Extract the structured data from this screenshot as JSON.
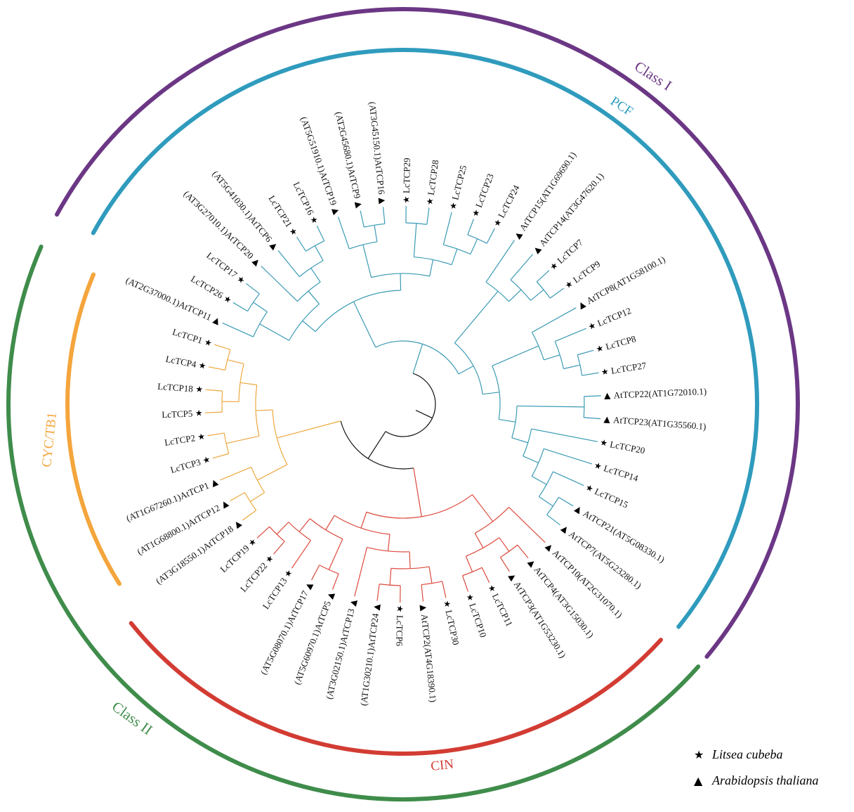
{
  "colors": {
    "class_i": "#6b3785",
    "class_ii": "#3f8c4b",
    "pcf": "#2f9bbd",
    "cin": "#d23c33",
    "cyc": "#f4a53c",
    "pcf_branch": "#3a9ab4",
    "cin_branch": "#dc4a3e",
    "cyc_branch": "#eda83e",
    "root_branch": "#111111"
  },
  "clade_labels": {
    "class_i": "Class I",
    "class_ii": "Class II",
    "pcf": "PCF",
    "cin": "CIN",
    "cyc": "CYC/TB1"
  },
  "legend": [
    {
      "symbol": "★",
      "species": "Litsea cubeba"
    },
    {
      "symbol": "▲",
      "species": "Arabidopsis thaliana"
    }
  ],
  "leaves": [
    {
      "id": "AtTCP10",
      "label": "AtTCP10(AT2G31070.1)",
      "marker": "▲"
    },
    {
      "id": "AtTCP4",
      "label": "AtTCP4(AT3G15030.1)",
      "marker": "▲"
    },
    {
      "id": "AtTCP3",
      "label": "AtTCP3(AT1G53230.1)",
      "marker": "▲"
    },
    {
      "id": "LcTCP11",
      "label": "LcTCP11",
      "marker": "★"
    },
    {
      "id": "LcTCP10",
      "label": "LcTCP10",
      "marker": "★"
    },
    {
      "id": "LcTCP30",
      "label": "LcTCP30",
      "marker": "★"
    },
    {
      "id": "AtTCP2",
      "label": "AtTCP2(AT4G18390.1)",
      "marker": "▲"
    },
    {
      "id": "LcTCP6",
      "label": "LcTCP6",
      "marker": "★"
    },
    {
      "id": "AtTCP24",
      "label": "(AT1G30210.1)AtTCP24",
      "marker": "▲"
    },
    {
      "id": "AtTCP13",
      "label": "(AT3G02150.1)AtTCP13",
      "marker": "▲"
    },
    {
      "id": "AtTCP5",
      "label": "(AT5G60970.1)AtTCP5",
      "marker": "▲"
    },
    {
      "id": "AtTCP17",
      "label": "(AT5G08070.1)AtTCP17",
      "marker": "▲"
    },
    {
      "id": "LcTCP13",
      "label": "LcTCP13",
      "marker": "★"
    },
    {
      "id": "LcTCP22",
      "label": "LcTCP22",
      "marker": "★"
    },
    {
      "id": "LcTCP19",
      "label": "LcTCP19",
      "marker": "★"
    },
    {
      "id": "AtTCP18",
      "label": "(AT3G18550.1)AtTCP18",
      "marker": "▲"
    },
    {
      "id": "AtTCP12",
      "label": "(AT1G68800.1)AtTCP12",
      "marker": "▲"
    },
    {
      "id": "AtTCP1",
      "label": "(AT1G67260.1)AtTCP1",
      "marker": "▲"
    },
    {
      "id": "LcTCP3",
      "label": "LcTCP3",
      "marker": "★"
    },
    {
      "id": "LcTCP2",
      "label": "LcTCP2",
      "marker": "★"
    },
    {
      "id": "LcTCP5",
      "label": "LcTCP5",
      "marker": "★"
    },
    {
      "id": "LcTCP18",
      "label": "LcTCP18",
      "marker": "★"
    },
    {
      "id": "LcTCP4",
      "label": "LcTCP4",
      "marker": "★"
    },
    {
      "id": "LcTCP1",
      "label": "LcTCP1",
      "marker": "★"
    },
    {
      "id": "AtTCP11",
      "label": "(AT2G37000.1)AtTCP11",
      "marker": "▲"
    },
    {
      "id": "LcTCP26",
      "label": "LcTCP26",
      "marker": "★"
    },
    {
      "id": "LcTCP17",
      "label": "LcTCP17",
      "marker": "★"
    },
    {
      "id": "AtTCP20",
      "label": "(AT3G27010.1)AtTCP20",
      "marker": "▲"
    },
    {
      "id": "AtTCP6",
      "label": "(AT5G41030.1)AtTCP6",
      "marker": "▲"
    },
    {
      "id": "LcTCP21",
      "label": "LcTCP21",
      "marker": "★"
    },
    {
      "id": "LcTCP16",
      "label": "LcTCP16",
      "marker": "★"
    },
    {
      "id": "AtTCP19",
      "label": "(AT5G51910.1)AtTCP19",
      "marker": "▲"
    },
    {
      "id": "AtTCP9",
      "label": "(AT2G45680.1)AtTCP9",
      "marker": "▲"
    },
    {
      "id": "AtTCP16",
      "label": "(AT3G45150.1)AtTCP16",
      "marker": "▲"
    },
    {
      "id": "LcTCP29",
      "label": "LcTCP29",
      "marker": "★"
    },
    {
      "id": "LcTCP28",
      "label": "LcTCP28",
      "marker": "★"
    },
    {
      "id": "LcTCP25",
      "label": "LcTCP25",
      "marker": "★"
    },
    {
      "id": "LcTCP23",
      "label": "LcTCP23",
      "marker": "★"
    },
    {
      "id": "LcTCP24",
      "label": "LcTCP24",
      "marker": "★"
    },
    {
      "id": "AtTCP15",
      "label": "AtTCP15(AT1G69690.1)",
      "marker": "▲"
    },
    {
      "id": "AtTCP14",
      "label": "AtTCP14(AT3G47620.1)",
      "marker": "▲"
    },
    {
      "id": "LcTCP7",
      "label": "LcTCP7",
      "marker": "★"
    },
    {
      "id": "LcTCP9",
      "label": "LcTCP9",
      "marker": "★"
    },
    {
      "id": "AtTCP8",
      "label": "AtTCP8(AT1G58100.1)",
      "marker": "▲"
    },
    {
      "id": "LcTCP12",
      "label": "LcTCP12",
      "marker": "★"
    },
    {
      "id": "LcTCP8",
      "label": "LcTCP8",
      "marker": "★"
    },
    {
      "id": "LcTCP27",
      "label": "LcTCP27",
      "marker": "★"
    },
    {
      "id": "AtTCP22",
      "label": "AtTCP22(AT1G72010.1)",
      "marker": "▲"
    },
    {
      "id": "AtTCP23",
      "label": "AtTCP23(AT1G35560.1)",
      "marker": "▲"
    },
    {
      "id": "LcTCP20",
      "label": "LcTCP20",
      "marker": "★"
    },
    {
      "id": "LcTCP14",
      "label": "LcTCP14",
      "marker": "★"
    },
    {
      "id": "LcTCP15",
      "label": "LcTCP15",
      "marker": "★"
    },
    {
      "id": "AtTCP21",
      "label": "AtTCP21(AT5G08330.1)",
      "marker": "▲"
    },
    {
      "id": "AtTCP7",
      "label": "AtTCP7(AT5G23280.1)",
      "marker": "▲"
    }
  ],
  "tree": {
    "pcf": [
      [
        [
          [
            "AtTCP11",
            [
              "LcTCP26",
              "LcTCP17"
            ]
          ],
          [
            "AtTCP20",
            [
              "AtTCP6",
              [
                "LcTCP21",
                "LcTCP16"
              ]
            ]
          ]
        ],
        [
          [
            "AtTCP19",
            [
              "AtTCP9",
              "AtTCP16"
            ]
          ],
          [
            [
              "LcTCP29",
              "LcTCP28"
            ],
            [
              "LcTCP25",
              [
                "LcTCP23",
                "LcTCP24"
              ]
            ]
          ]
        ]
      ],
      [
        [
          "AtTCP15",
          [
            "AtTCP14",
            [
              "LcTCP7",
              "LcTCP9"
            ]
          ]
        ],
        [
          [
            "AtTCP8",
            [
              "LcTCP12",
              [
                "LcTCP8",
                "LcTCP27"
              ]
            ]
          ],
          [
            [
              "AtTCP22",
              "AtTCP23"
            ],
            [
              "LcTCP20",
              [
                "LcTCP14",
                [
                  "LcTCP15",
                  [
                    "AtTCP21",
                    "AtTCP7"
                  ]
                ]
              ]
            ]
          ]
        ]
      ]
    ],
    "cin": [
      [
        "AtTCP10",
        [
          [
            "AtTCP4",
            "AtTCP3"
          ],
          [
            "LcTCP11",
            "LcTCP10"
          ]
        ]
      ],
      [
        [
          [
            [
              "LcTCP30",
              "AtTCP2"
            ],
            [
              "LcTCP6",
              "AtTCP24"
            ]
          ],
          "AtTCP13"
        ],
        [
          [
            "AtTCP5",
            "AtTCP17"
          ],
          [
            "LcTCP13",
            [
              "LcTCP22",
              "LcTCP19"
            ]
          ]
        ]
      ]
    ],
    "cyc": [
      [
        [
          "AtTCP18",
          "AtTCP12"
        ],
        "AtTCP1"
      ],
      [
        [
          "LcTCP3",
          "LcTCP2"
        ],
        [
          [
            "LcTCP5",
            "LcTCP18"
          ],
          [
            "LcTCP4",
            "LcTCP1"
          ]
        ]
      ]
    ]
  }
}
